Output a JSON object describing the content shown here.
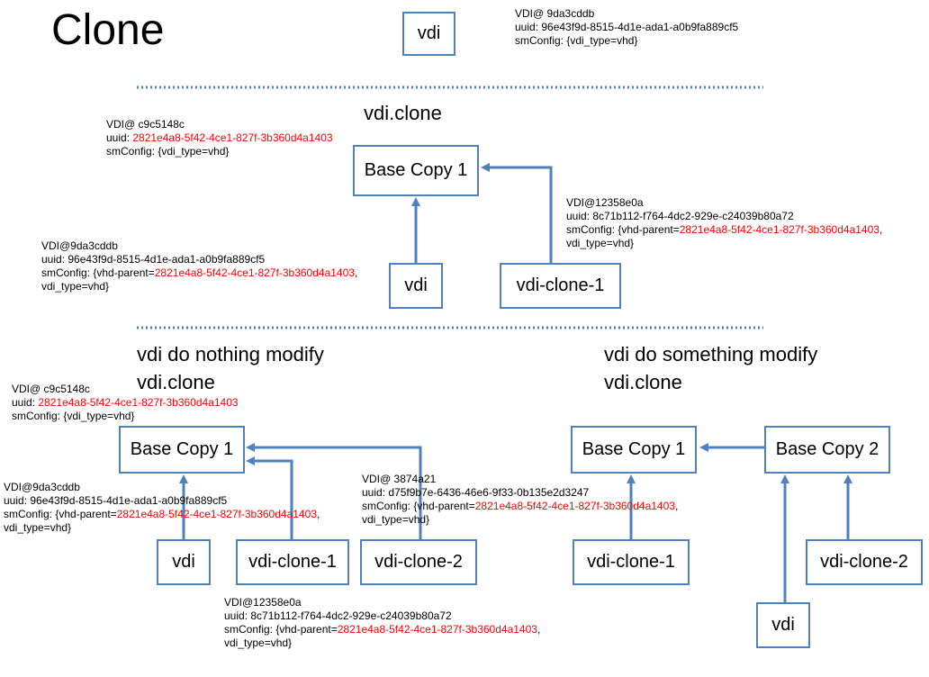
{
  "title": "Clone",
  "top": {
    "box": "vdi",
    "info": {
      "l1": "VDI@ 9da3cddb",
      "uuid_label": "uuid: ",
      "uuid": "96e43f9d-8515-4d1e-ada1-a0b9fa889cf5",
      "l3": "smConfig: {vdi_type=vhd}"
    }
  },
  "middle": {
    "heading": "vdi.clone",
    "boxes": {
      "base": "Base Copy 1",
      "vdi": "vdi",
      "clone1": "vdi-clone-1"
    },
    "info_base": {
      "l1": "VDI@ c9c5148c",
      "uuid_label": "uuid: ",
      "uuid": "2821e4a8-5f42-4ce1-827f-3b360d4a1403",
      "l3": "smConfig: {vdi_type=vhd}"
    },
    "info_vdi": {
      "l1": "VDI@9da3cddb",
      "l2": "uuid: 96e43f9d-8515-4d1e-ada1-a0b9fa889cf5",
      "l3a": "smConfig: {vhd-parent=",
      "parent": "2821e4a8-5f42-4ce1-827f-3b360d4a1403",
      "l3b": ",",
      "l4": "vdi_type=vhd}"
    },
    "info_clone1": {
      "l1": "VDI@12358e0a",
      "l2": "uuid: 8c71b112-f764-4dc2-929e-c24039b80a72",
      "l3a": "smConfig: {vhd-parent=",
      "parent": "2821e4a8-5f42-4ce1-827f-3b360d4a1403",
      "l3b": ",",
      "l4": "vdi_type=vhd}"
    }
  },
  "bottom_left": {
    "heading1": "vdi do nothing modify",
    "heading2": "vdi.clone",
    "boxes": {
      "base": "Base Copy 1",
      "vdi": "vdi",
      "clone1": "vdi-clone-1",
      "clone2": "vdi-clone-2"
    },
    "info_base": {
      "l1": "VDI@ c9c5148c",
      "uuid_label": "uuid: ",
      "uuid": "2821e4a8-5f42-4ce1-827f-3b360d4a1403",
      "l3": "smConfig: {vdi_type=vhd}"
    },
    "info_vdi": {
      "l1": "VDI@9da3cddb",
      "l2": "uuid: 96e43f9d-8515-4d1e-ada1-a0b9fa889cf5",
      "l3a": "smConfig: {vhd-parent=",
      "parent": "2821e4a8-5f42-4ce1-827f-3b360d4a1403",
      "l3b": ",",
      "l4": "vdi_type=vhd}"
    },
    "info_clone2": {
      "l1": "VDI@ 3874a21",
      "l2": "uuid: d75f9b7e-6436-46e6-9f33-0b135e2d3247",
      "l3a": "smConfig: {vhd-parent=",
      "parent": "2821e4a8-5f42-4ce1-827f-3b360d4a1403",
      "l3b": ",",
      "l4": "vdi_type=vhd}"
    },
    "info_clone1": {
      "l1": "VDI@12358e0a",
      "l2": "uuid: 8c71b112-f764-4dc2-929e-c24039b80a72",
      "l3a": "smConfig: {vhd-parent=",
      "parent": "2821e4a8-5f42-4ce1-827f-3b360d4a1403",
      "l3b": ",",
      "l4": "vdi_type=vhd}"
    }
  },
  "bottom_right": {
    "heading1": "vdi do something modify",
    "heading2": "vdi.clone",
    "boxes": {
      "base1": "Base Copy 1",
      "base2": "Base Copy 2",
      "clone1": "vdi-clone-1",
      "clone2": "vdi-clone-2",
      "vdi": "vdi"
    }
  },
  "colors": {
    "box_border": "#4f81bd",
    "arrow": "#4f81bd",
    "separator": "#4f81bd",
    "highlight": "#ff0000"
  }
}
